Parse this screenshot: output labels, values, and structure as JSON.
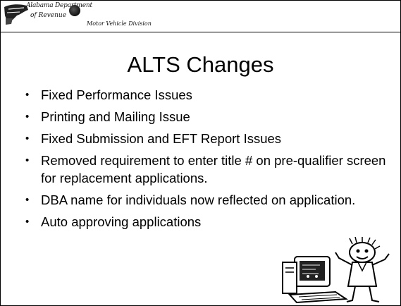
{
  "header": {
    "dept_line1": "Alabama Department",
    "dept_line2": "of Revenue",
    "division": "Motor Vehicle Division"
  },
  "title": "ALTS Changes",
  "bullets": [
    "Fixed Performance Issues",
    "Printing and Mailing Issue",
    "Fixed Submission and EFT Report Issues",
    "Removed requirement to enter title # on pre-qualifier screen for replacement applications.",
    "DBA name for individuals now reflected on application.",
    "Auto approving applications"
  ],
  "icons": {
    "logo": "state-logo-icon",
    "seal": "seal-icon",
    "clipart": "computer-cartoon-icon"
  }
}
